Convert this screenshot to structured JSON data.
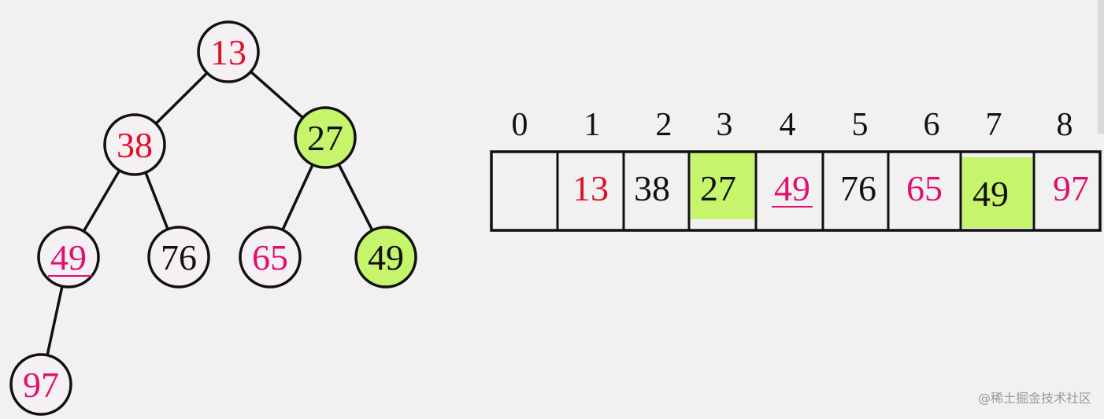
{
  "tree": {
    "nodes": [
      {
        "id": "n1",
        "value": "13",
        "text_color": "#e0102a",
        "fill": "#f4f0f3",
        "underline": false
      },
      {
        "id": "n2",
        "value": "38",
        "text_color": "#e0102a",
        "fill": "#f4f0f3",
        "underline": false
      },
      {
        "id": "n3",
        "value": "27",
        "text_color": "#111111",
        "fill": "#c6f56b",
        "underline": false
      },
      {
        "id": "n4",
        "value": "49",
        "text_color": "#e01070",
        "fill": "#f4f0f3",
        "underline": true
      },
      {
        "id": "n5",
        "value": "76",
        "text_color": "#111111",
        "fill": "#f4f0f3",
        "underline": false
      },
      {
        "id": "n6",
        "value": "65",
        "text_color": "#e01070",
        "fill": "#f4f0f3",
        "underline": false
      },
      {
        "id": "n7",
        "value": "49",
        "text_color": "#111111",
        "fill": "#c6f56b",
        "underline": false
      },
      {
        "id": "n8",
        "value": "97",
        "text_color": "#e01070",
        "fill": "#f4f0f3",
        "underline": false
      }
    ],
    "edges": [
      [
        "n1",
        "n2"
      ],
      [
        "n1",
        "n3"
      ],
      [
        "n2",
        "n4"
      ],
      [
        "n2",
        "n5"
      ],
      [
        "n3",
        "n6"
      ],
      [
        "n3",
        "n7"
      ],
      [
        "n4",
        "n8"
      ]
    ]
  },
  "array": {
    "indices": [
      "0",
      "1",
      "2",
      "3",
      "4",
      "5",
      "6",
      "7",
      "8"
    ],
    "cells": [
      {
        "value": "",
        "text_color": "#111111",
        "highlight": false,
        "underline": false
      },
      {
        "value": "13",
        "text_color": "#e0102a",
        "highlight": false,
        "underline": false
      },
      {
        "value": "38",
        "text_color": "#111111",
        "highlight": false,
        "underline": false
      },
      {
        "value": "27",
        "text_color": "#111111",
        "highlight": true,
        "underline": false
      },
      {
        "value": "49",
        "text_color": "#e01070",
        "highlight": false,
        "underline": true
      },
      {
        "value": "76",
        "text_color": "#111111",
        "highlight": false,
        "underline": false
      },
      {
        "value": "65",
        "text_color": "#e01070",
        "highlight": false,
        "underline": false
      },
      {
        "value": "49",
        "text_color": "#111111",
        "highlight": true,
        "underline": false
      },
      {
        "value": "97",
        "text_color": "#e01070",
        "highlight": false,
        "underline": false
      }
    ]
  },
  "colors": {
    "highlight": "#c6f56b",
    "node_default": "#f4f0f3",
    "stroke": "#111111",
    "underline": "#e01070"
  },
  "watermark": "@稀土掘金技术社区"
}
